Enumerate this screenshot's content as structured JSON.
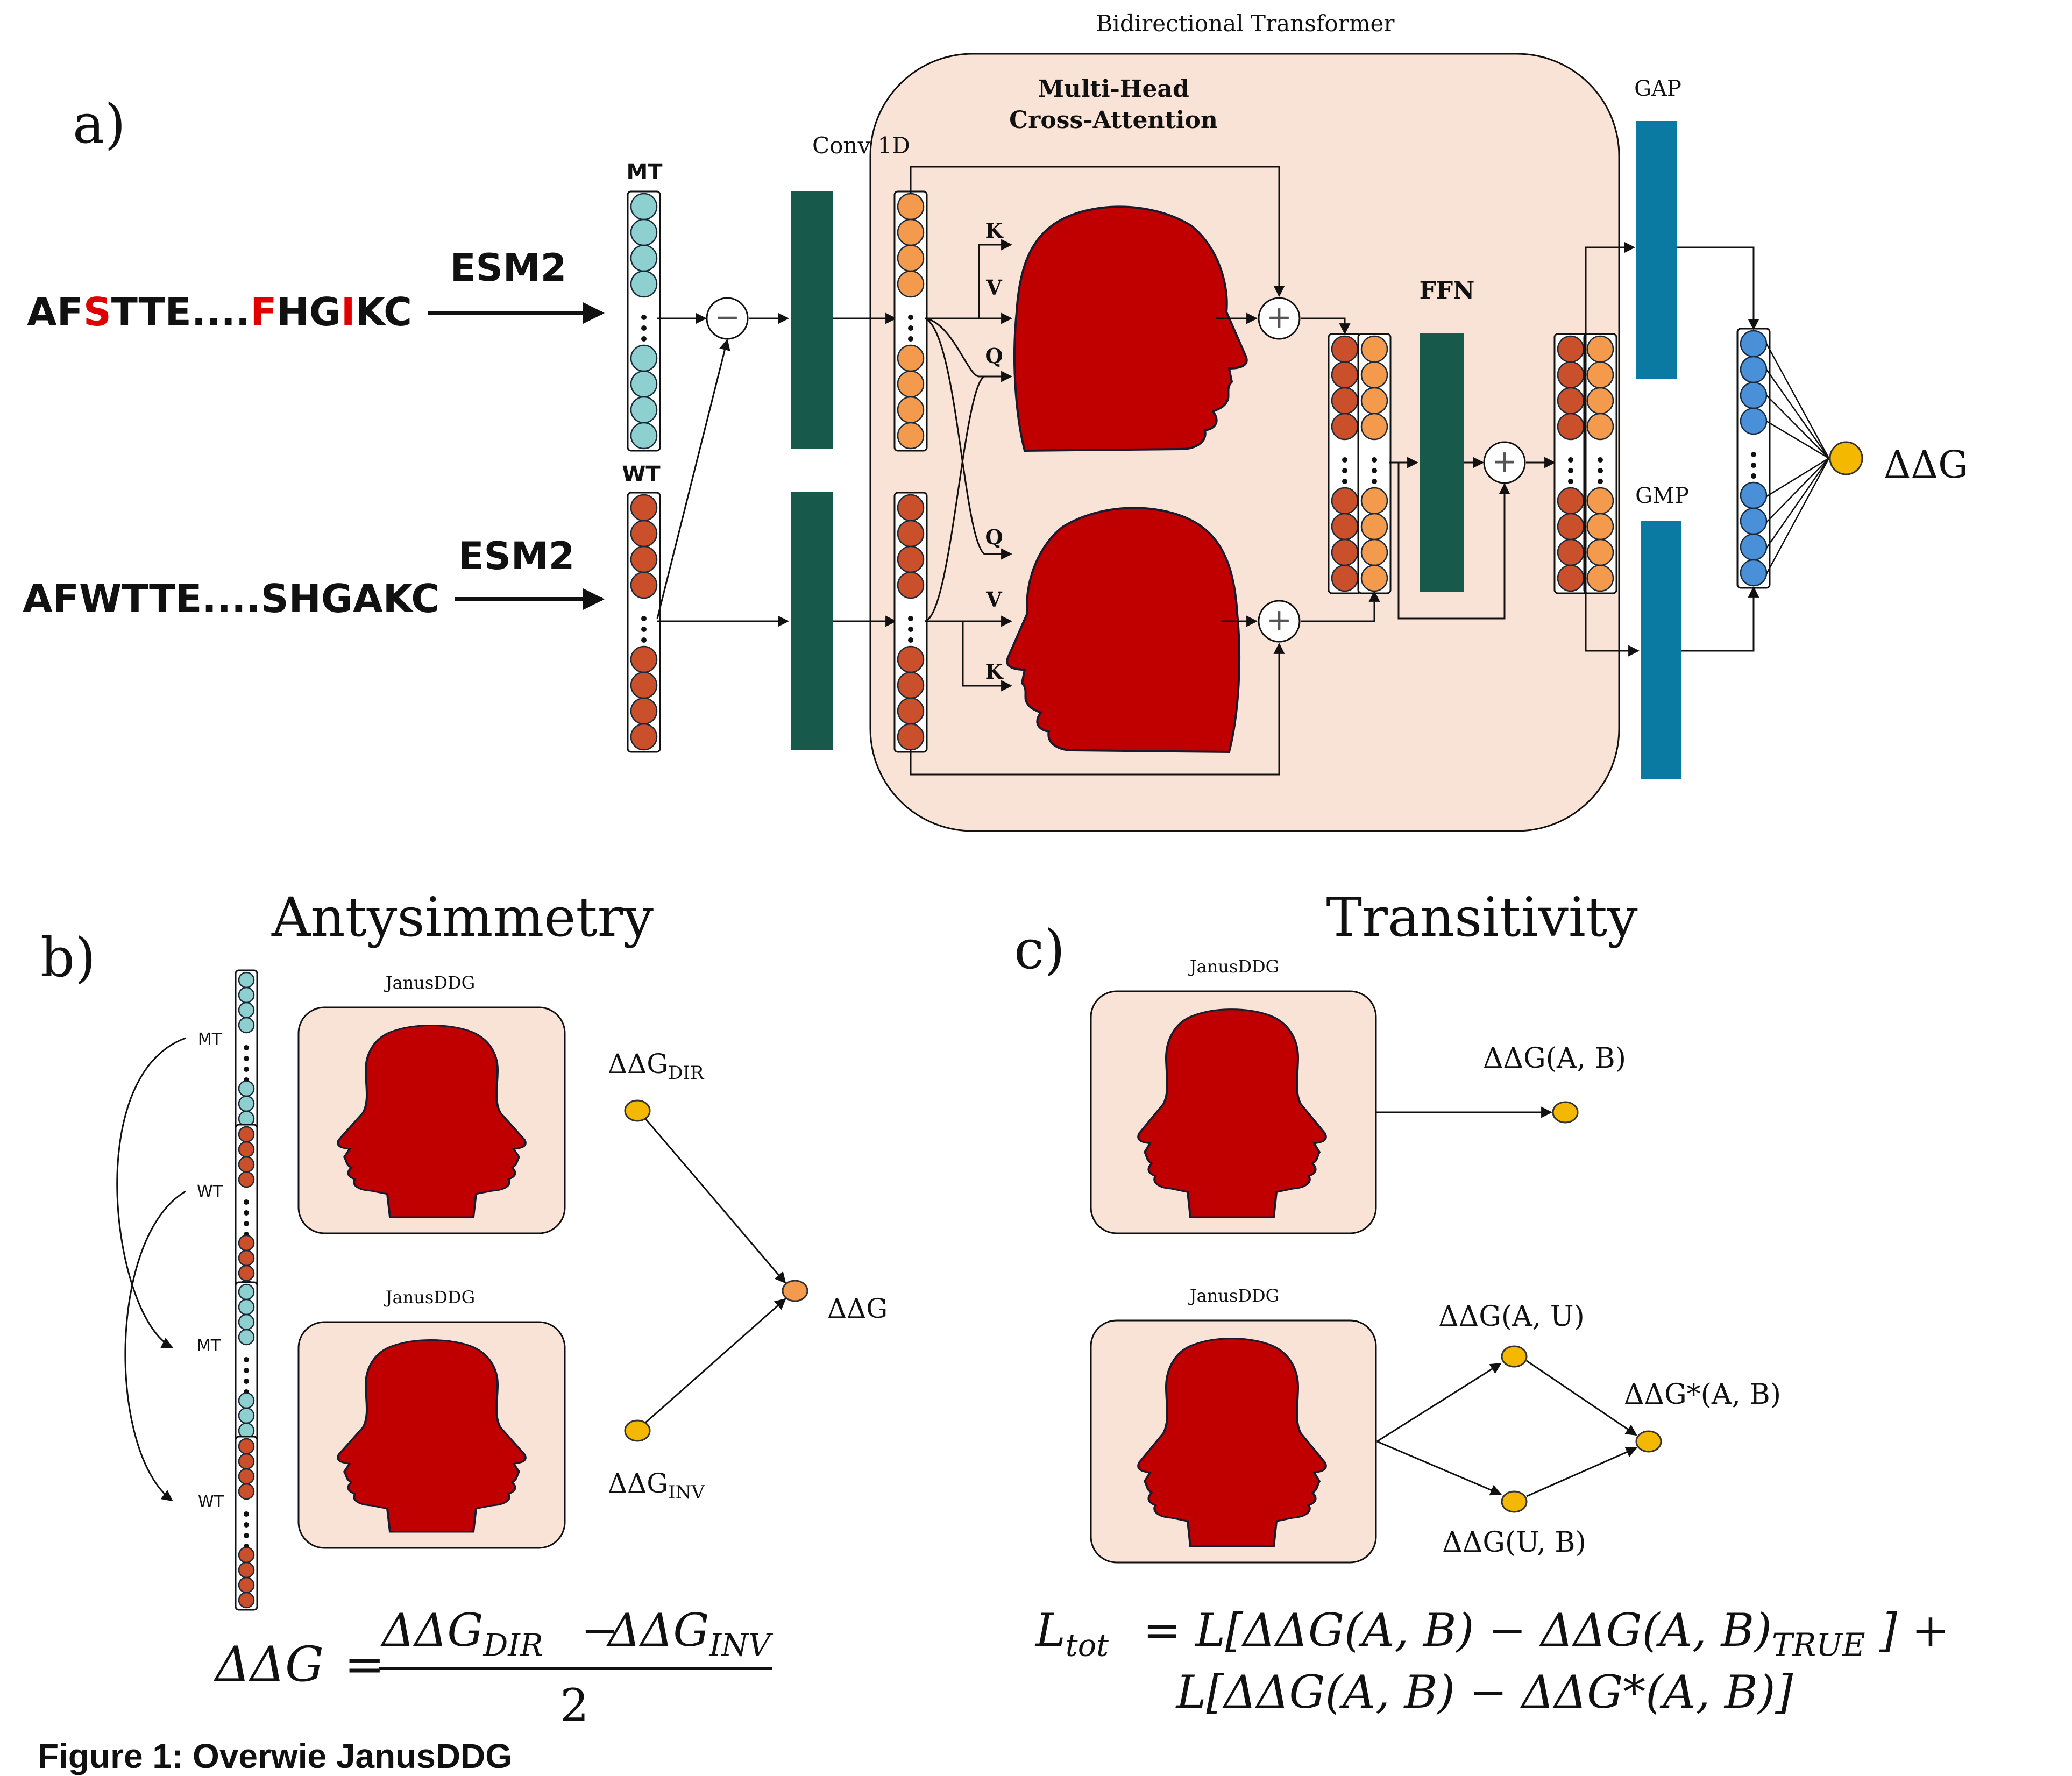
{
  "colors": {
    "transformer_bg": "#f9e2d6",
    "head": "#c00000",
    "mt_node": "#8ecfcf",
    "wt_node": "#c9502a",
    "orange_node": "#f39a4d",
    "conv": "#17594b",
    "ffn": "#17594b",
    "pool": "#0b7aa3",
    "blue_node": "#4a90d9",
    "output_node": "#f5b800",
    "mutated_residue": "#e00000"
  },
  "panel_a": {
    "label": "a)",
    "transformer_title": "Bidirectional Transformer",
    "attention_title_line1": "Multi-Head",
    "attention_title_line2": "Cross-Attention",
    "conv_label": "Conv 1D",
    "ffn_label": "FFN",
    "gap_label": "GAP",
    "gmp_label": "GMP",
    "mt_label": "MT",
    "wt_label": "WT",
    "esm_top": "ESM2",
    "esm_bottom": "ESM2",
    "mt_sequence": [
      {
        "t": "AF",
        "mut": false
      },
      {
        "t": "S",
        "mut": true
      },
      {
        "t": "TTE....",
        "mut": false
      },
      {
        "t": "F",
        "mut": true
      },
      {
        "t": "HG",
        "mut": false
      },
      {
        "t": "I",
        "mut": true
      },
      {
        "t": "KC",
        "mut": false
      }
    ],
    "wt_sequence": "AFWTTE....SHGAKC",
    "k_top": "K",
    "v_top": "V",
    "q_top": "Q",
    "q_bottom": "Q",
    "v_bottom": "V",
    "k_bottom": "K",
    "minus_symbol": "−",
    "plus_symbol": "+",
    "output_label": "ΔΔG"
  },
  "panel_b": {
    "label": "b)",
    "title": "Antysimmetry",
    "janus_top": "JanusDDG",
    "janus_bottom": "JanusDDG",
    "mt_label_1": "MT",
    "wt_label_1": "WT",
    "mt_label_2": "MT",
    "wt_label_2": "WT",
    "ddg_dir_main": "ΔΔG",
    "ddg_dir_sub": "DIR",
    "ddg_inv_main": "ΔΔG",
    "ddg_inv_sub": "INV",
    "ddg_out": "ΔΔG",
    "formula_lhs": "ΔΔG",
    "formula_eq": "=",
    "formula_num_a": "ΔΔG",
    "formula_num_a_sub": "DIR",
    "formula_minus": "−",
    "formula_num_b": "ΔΔG",
    "formula_num_b_sub": "INV",
    "formula_den": "2"
  },
  "panel_c": {
    "label": "c)",
    "title": "Transitivity",
    "janus_top": "JanusDDG",
    "janus_bottom": "JanusDDG",
    "ddg_ab": "ΔΔG(A, B)",
    "ddg_au": "ΔΔG(A, U)",
    "ddg_ub": "ΔΔG(U, B)",
    "ddg_star": "ΔΔG*(A, B)",
    "loss_line1": "L_tot = L[ΔΔG(A, B) − ΔΔG(A, B)_TRUE ] +",
    "loss_line2": "L[ΔΔG(A, B) − ΔΔG*(A, B)]",
    "loss_lhs": "L",
    "loss_lhs_sub": "tot",
    "loss_part_a": "= L[ΔΔG(A, B) − ΔΔG(A, B)",
    "loss_part_true": "TRUE",
    "loss_part_end": " ] +"
  },
  "caption": "Figure 1: Overwie JanusDDG"
}
